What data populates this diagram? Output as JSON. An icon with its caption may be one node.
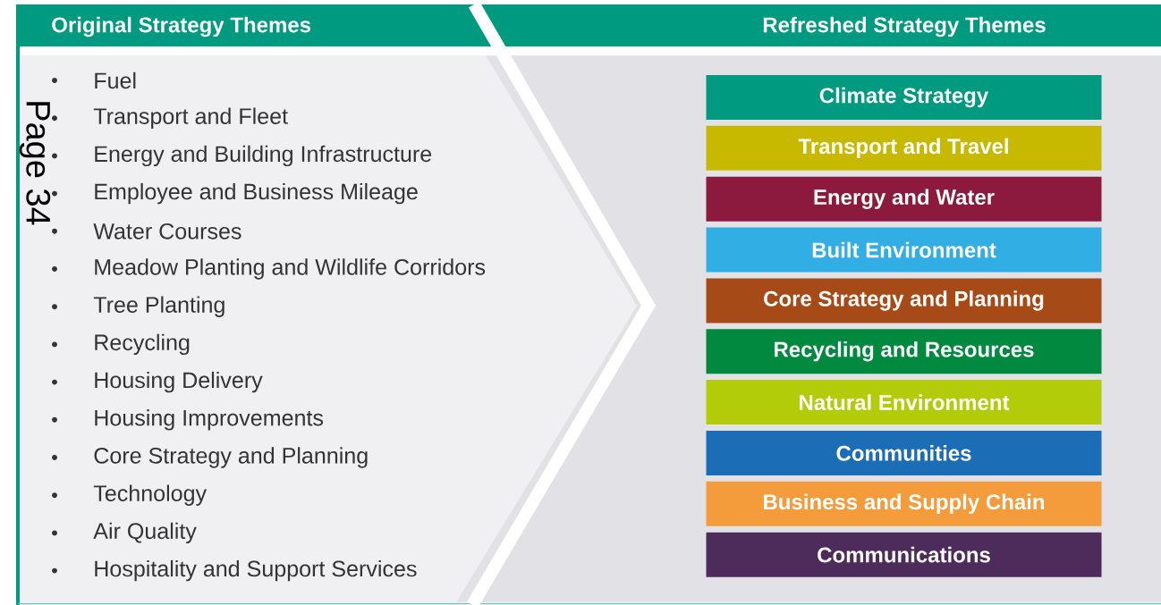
{
  "diagram": {
    "nodes": [
      {
        "text": [
          "Original Strategy Themes"
        ]
      },
      {
        "text": [
          "Refreshed Strategy Themes"
        ]
      },
      {
        "text": [
          "Climate Strategy"
        ]
      },
      {
        "text": [
          "Transport and Travel"
        ]
      },
      {
        "text": [
          "Energy and Water"
        ]
      },
      {
        "text": [
          "Built Environment"
        ]
      },
      {
        "text": [
          "Core Strategy and Planning"
        ]
      },
      {
        "text": [
          "Recycling and Resources"
        ]
      },
      {
        "text": [
          "Natural Environment"
        ]
      },
      {
        "text": [
          "Communities"
        ]
      },
      {
        "text": [
          "Business and Supply Chain"
        ]
      },
      {
        "text": [
          "Communications"
        ]
      }
    ],
    "labels": [
      "Fuel",
      "Transport and Fleet",
      "Energy and Building Infrastructure",
      "Employee and Business Mileage",
      "Water Courses",
      "Meadow Planting and Wildlife Corridors",
      "Tree Planting",
      "Recycling",
      "Housing Delivery",
      "Housing Improvements",
      "Core Strategy and Planning",
      "Technology",
      "Air Quality",
      "Hospitality and Support Services",
      "Page 34"
    ]
  }
}
